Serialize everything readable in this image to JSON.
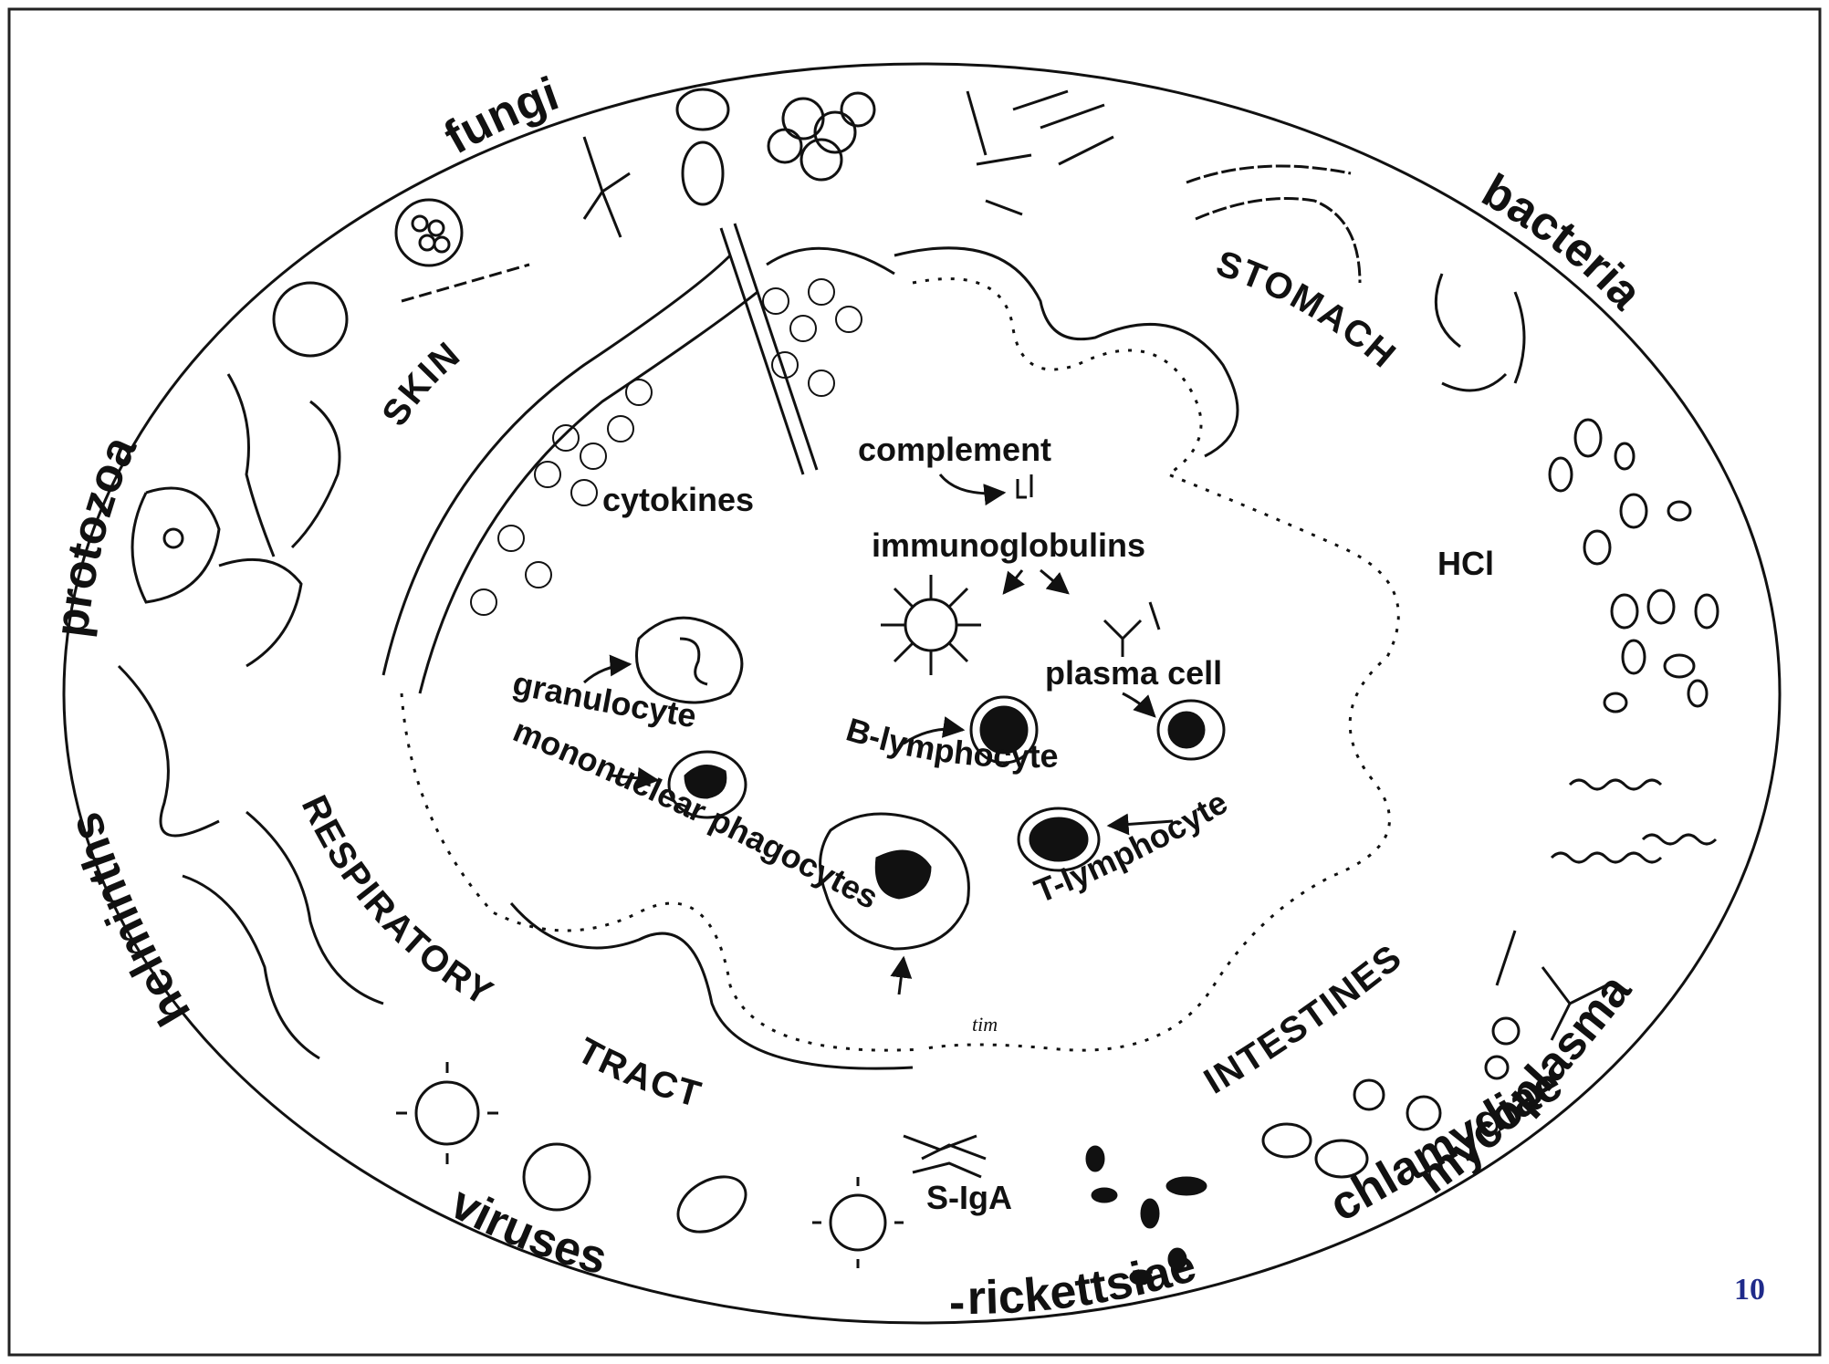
{
  "organisms": {
    "fungi": "fungi",
    "bacteria": "bacteria",
    "protozoa": "protozoa",
    "helminths": "helminths",
    "viruses": "viruses",
    "rickettsiae": "rickettsiae",
    "chlamydiae": "chlamydiae",
    "mycoplasma": "mycoplasma",
    "dash": "-"
  },
  "barriers": {
    "skin": "SKIN",
    "stomach": "STOMACH",
    "respiratory": "RESPIRATORY",
    "tract": "TRACT",
    "intestines": "INTESTINES"
  },
  "molecules": {
    "complement": "complement",
    "cytokines": "cytokines",
    "immunoglobulins": "immunoglobulins",
    "hcl": "HCl",
    "s_iga": "S-IgA"
  },
  "cells": {
    "granulocyte": "granulocyte",
    "mononuclear_phagocytes": "mononuclear phagocytes",
    "b_lymphocyte": "B-lymphocyte",
    "plasma_cell": "plasma cell",
    "t_lymphocyte": "T-lymphocyte"
  },
  "signature": "tim",
  "page_number": "10",
  "colors": {
    "ink": "#111111",
    "page_number": "#1f2a8a",
    "background": "#ffffff"
  }
}
